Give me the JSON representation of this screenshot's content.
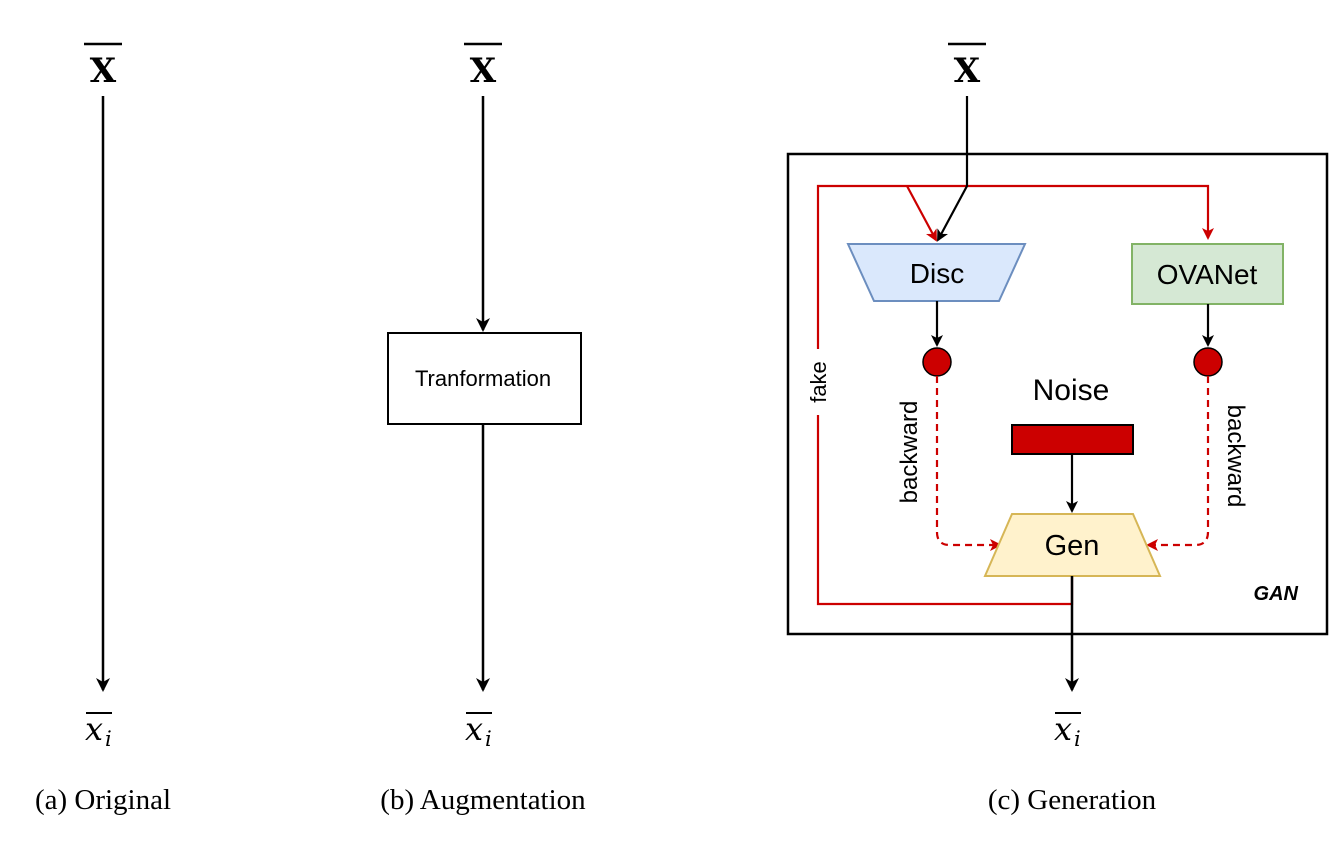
{
  "panels": {
    "original": {
      "input_label": "X",
      "output_label_base": "x",
      "output_label_sub": "i",
      "caption": "(a) Original"
    },
    "augmentation": {
      "input_label": "X",
      "transform_label": "Tranformation",
      "output_label_base": "x",
      "output_label_sub": "i",
      "caption": "(b) Augmentation"
    },
    "generation": {
      "input_label": "X",
      "disc_label": "Disc",
      "ovanet_label": "OVANet",
      "noise_label": "Noise",
      "gen_label": "Gen",
      "gan_label": "GAN",
      "fake_label": "fake",
      "backward_left_label": "backward",
      "backward_right_label": "backward",
      "output_label_base": "x",
      "output_label_sub": "i",
      "caption": "(c) Generation"
    }
  },
  "colors": {
    "line": "#000000",
    "red": "#cc0000",
    "disc_fill": "#dae8fc",
    "disc_stroke": "#6c8ebf",
    "ovanet_fill": "#d5e8d4",
    "ovanet_stroke": "#82b366",
    "gen_fill": "#fff2cc",
    "gen_stroke": "#d6b656"
  }
}
